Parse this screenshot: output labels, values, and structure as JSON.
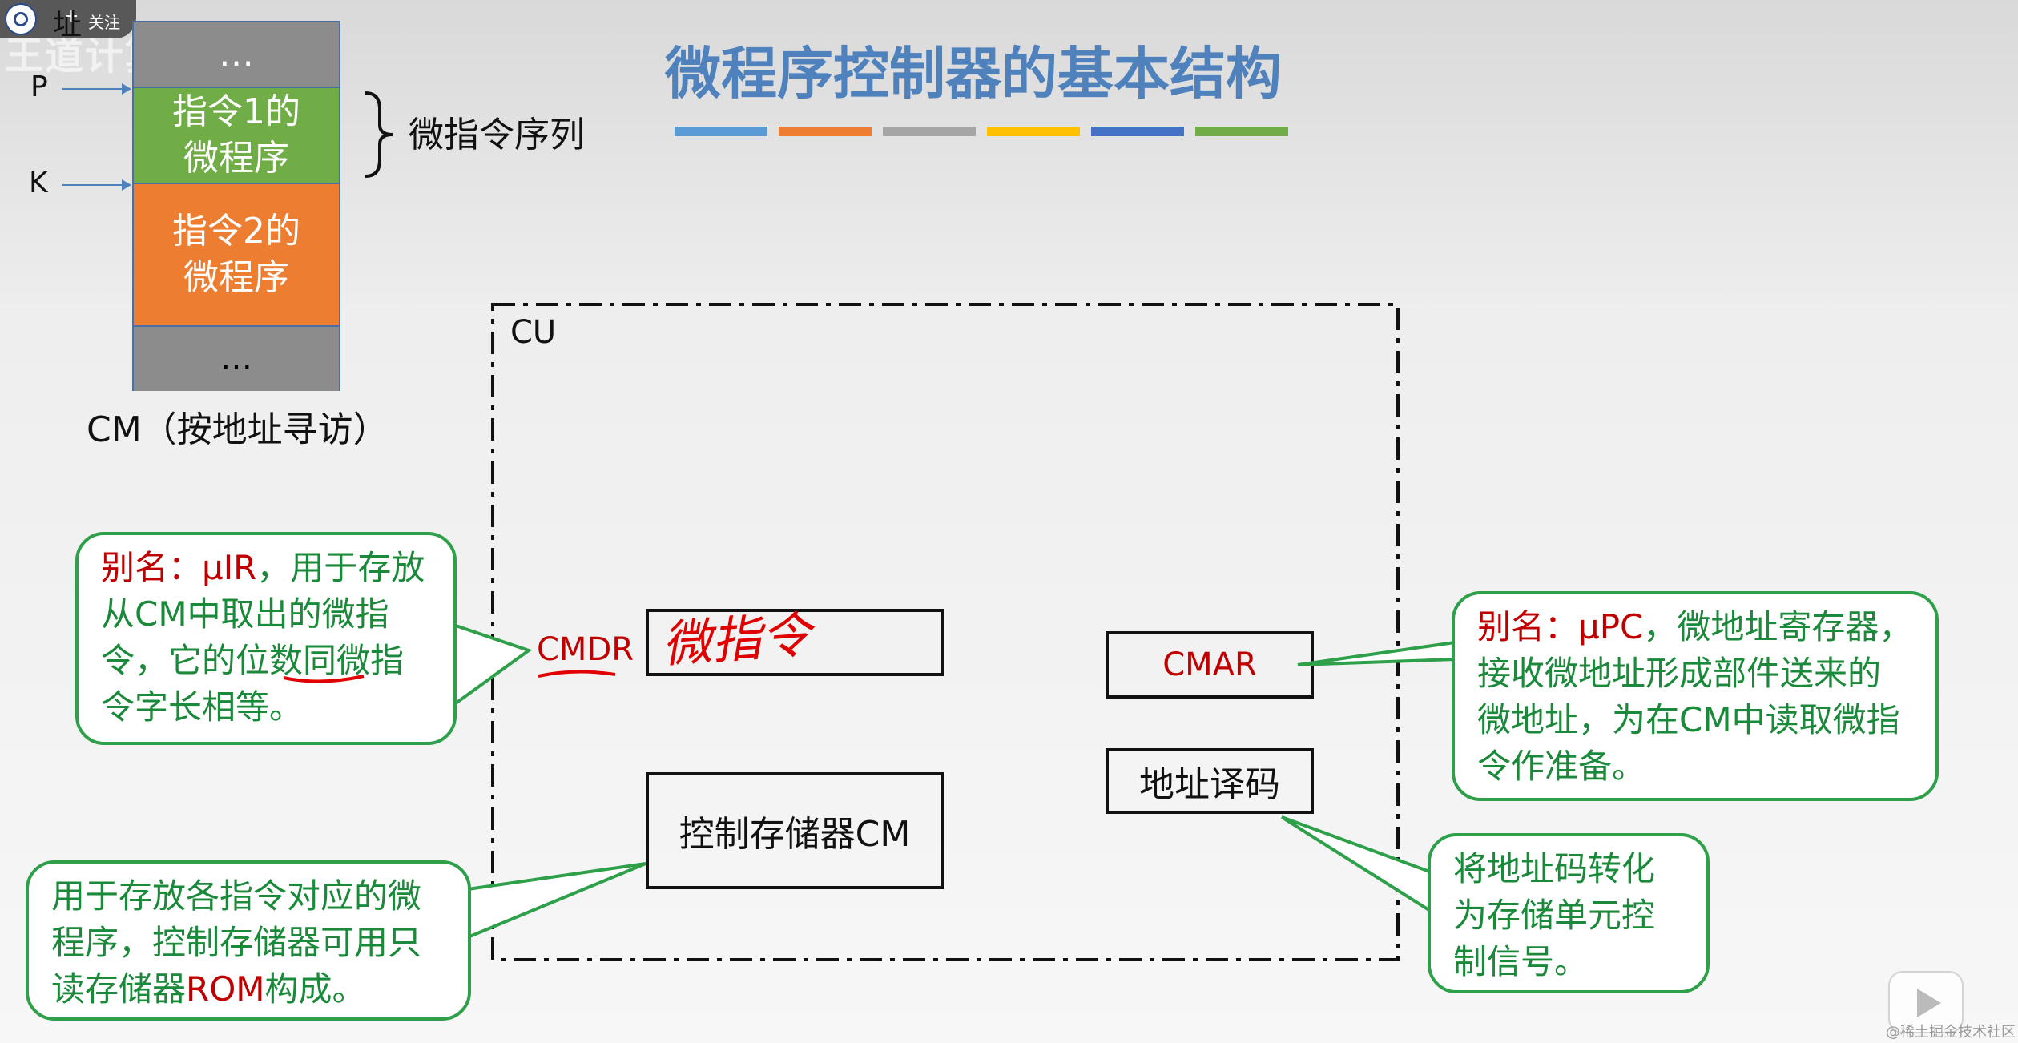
{
  "badge": {
    "plus": "+",
    "follow": "关注"
  },
  "watermark": "王道计算机教育",
  "title": "微程序控制器的基本结构",
  "title_bar_colors": [
    "#5b9bd5",
    "#ed7d31",
    "#a5a5a5",
    "#ffc000",
    "#4472c4",
    "#70ad47"
  ],
  "cm": {
    "top_label": "址",
    "top_block": "…",
    "block_green": "指令1的微程序",
    "block_orange": "指令2的微程序",
    "block_bottom": "…",
    "pointer_p": "P",
    "pointer_k": "K",
    "brace_label": "微指令序列",
    "caption": "CM（按地址寻访）"
  },
  "cu": {
    "label": "CU",
    "cmdr": "CMDR",
    "cmdr_handwriting": "微指令",
    "cmar": "CMAR",
    "decoder": "地址译码",
    "control_store": "控制存储器CM"
  },
  "callouts": {
    "cmdr": {
      "alias_prefix": "别名：μIR",
      "rest": "，用于存放从CM中取出的微指令，它的位数同微指令字长相等。"
    },
    "cmar": {
      "alias_prefix": "别名：μPC",
      "rest": "，微地址寄存器，接收微地址形成部件送来的微地址，为在CM中读取微指令作准备。"
    },
    "decoder": "将地址码转化为存储单元控制信号。",
    "rom": {
      "before": "用于存放各指令对应的微程序，控制存储器可用只读存储器",
      "highlight": "ROM",
      "after": "构成。"
    }
  },
  "footer": {
    "credit": "@稀土掘金技术社区"
  }
}
